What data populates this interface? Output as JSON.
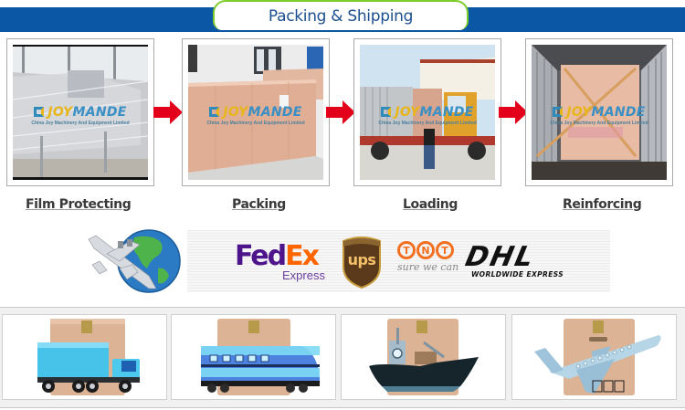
{
  "header": {
    "title": "Packing & Shipping",
    "band_color": "#0b56a5",
    "pill_border_color": "#7ccd2a",
    "title_color": "#1b4f8f"
  },
  "steps": [
    {
      "label": "Film Protecting",
      "photo": "machine-wrapped-in-film"
    },
    {
      "label": "Packing",
      "photo": "wooden-crate"
    },
    {
      "label": "Loading",
      "photo": "forklift-loading-container"
    },
    {
      "label": "Reinforcing",
      "photo": "crate-strapped-in-container"
    }
  ],
  "watermark": {
    "brand_a": "JOY",
    "brand_b": "MANDE",
    "subtitle": "China Joy Machinery And Equipment Limited"
  },
  "arrow_color": "#e3001b",
  "couriers": {
    "fedex": {
      "a": "Fed",
      "b": "Ex",
      "sub": "Express"
    },
    "ups": {
      "label": "ups"
    },
    "tnt": {
      "letters": [
        "T",
        "N",
        "T"
      ],
      "tagline": "sure we can"
    },
    "dhl": {
      "label": "DHL",
      "tagline": "WORLDWIDE EXPRESS"
    }
  },
  "transport_modes": [
    {
      "name": "truck"
    },
    {
      "name": "train"
    },
    {
      "name": "ship"
    },
    {
      "name": "airplane"
    }
  ]
}
